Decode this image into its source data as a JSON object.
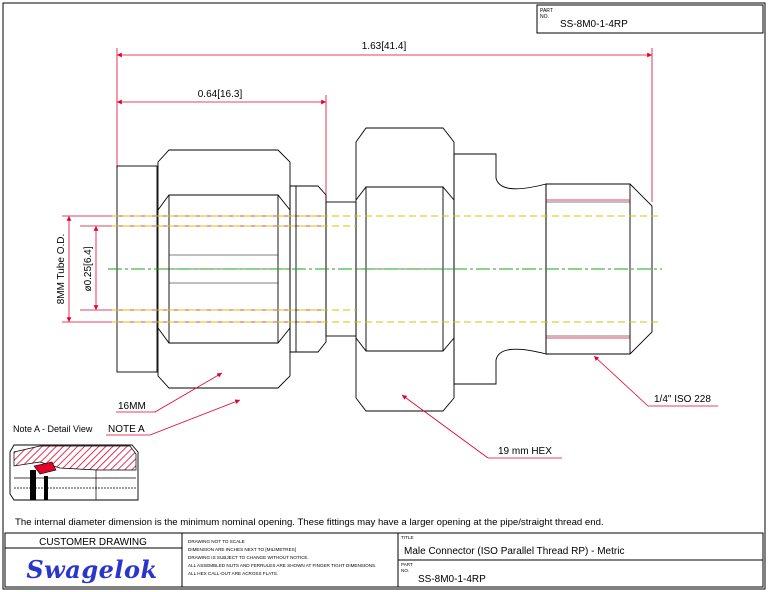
{
  "header": {
    "part_label": "PART\nNO.",
    "part_no": "SS-8M0-1-4RP"
  },
  "dimensions": {
    "overall_length": "1.63[41.4]",
    "nut_length": "0.64[16.3]",
    "tube_od": "8MM Tube O.D.",
    "bore": "ø0.25[6.4]"
  },
  "callouts": {
    "hex_16": "16MM",
    "note_a": "NOTE A",
    "hex_19": "19 mm HEX",
    "thread": "1/4\" ISO 228"
  },
  "detail": {
    "title": "Note A - Detail View"
  },
  "note_text": "The internal diameter dimension is the minimum nominal opening. These fittings may have a larger opening at the pipe/straight thread end.",
  "title_block": {
    "customer_drawing": "CUSTOMER DRAWING",
    "logo": "Swagelok",
    "notes": [
      "DRAWING NOT TO SCALE",
      "DIMENSION ARE INCHES NEXT TO [MILIMETRES]",
      "DRAWING IS SUBJECT TO CHANGE WITHOUT NOTICE.",
      "ALL ASSEMBLED NUTS AND FERRULES ARE SHOWN AT FINGER TIGHT DIMENSIONS.",
      "ALL HEX CALL-OUT ARE ACROSS FLATS."
    ],
    "title_label": "TITLE",
    "title": "Male Connector (ISO Parallel Thread RP) - Metric",
    "part_label": "PART\nNO.",
    "part_no": "SS-8M0-1-4RP"
  },
  "colors": {
    "dimension": "#e0002a",
    "centerline": "#1fa21f",
    "hidden": "#c8c800",
    "hatch": "#e0002a"
  }
}
